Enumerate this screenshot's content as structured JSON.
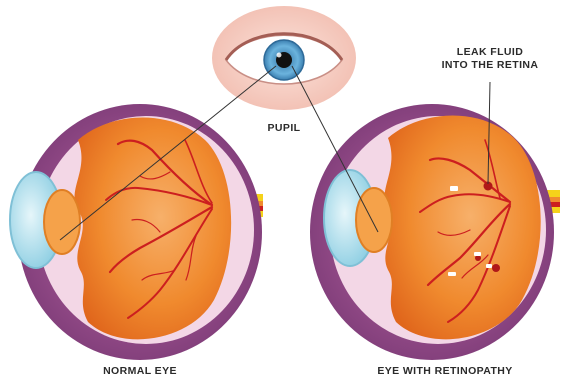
{
  "labels": {
    "pupil": "PUPIL",
    "leak_line1": "LEAK FLUID",
    "leak_line2": "INTO THE RETINA",
    "normal_eye": "NORMAL EYE",
    "retinopathy_eye": "EYE WITH RETINOPATHY"
  },
  "colors": {
    "sclera_outer": "#9b4f8e",
    "sclera_band": "#f3d7e6",
    "eyeball_interior": "#f08a2e",
    "lens": "#f5a24a",
    "cornea": "#bfe6f0",
    "vessel": "#cc1f1f",
    "optic_nerve_yellow": "#f5d21a",
    "iris": "#5fa9d8",
    "eyelid_skin": "#f8d2c8"
  }
}
